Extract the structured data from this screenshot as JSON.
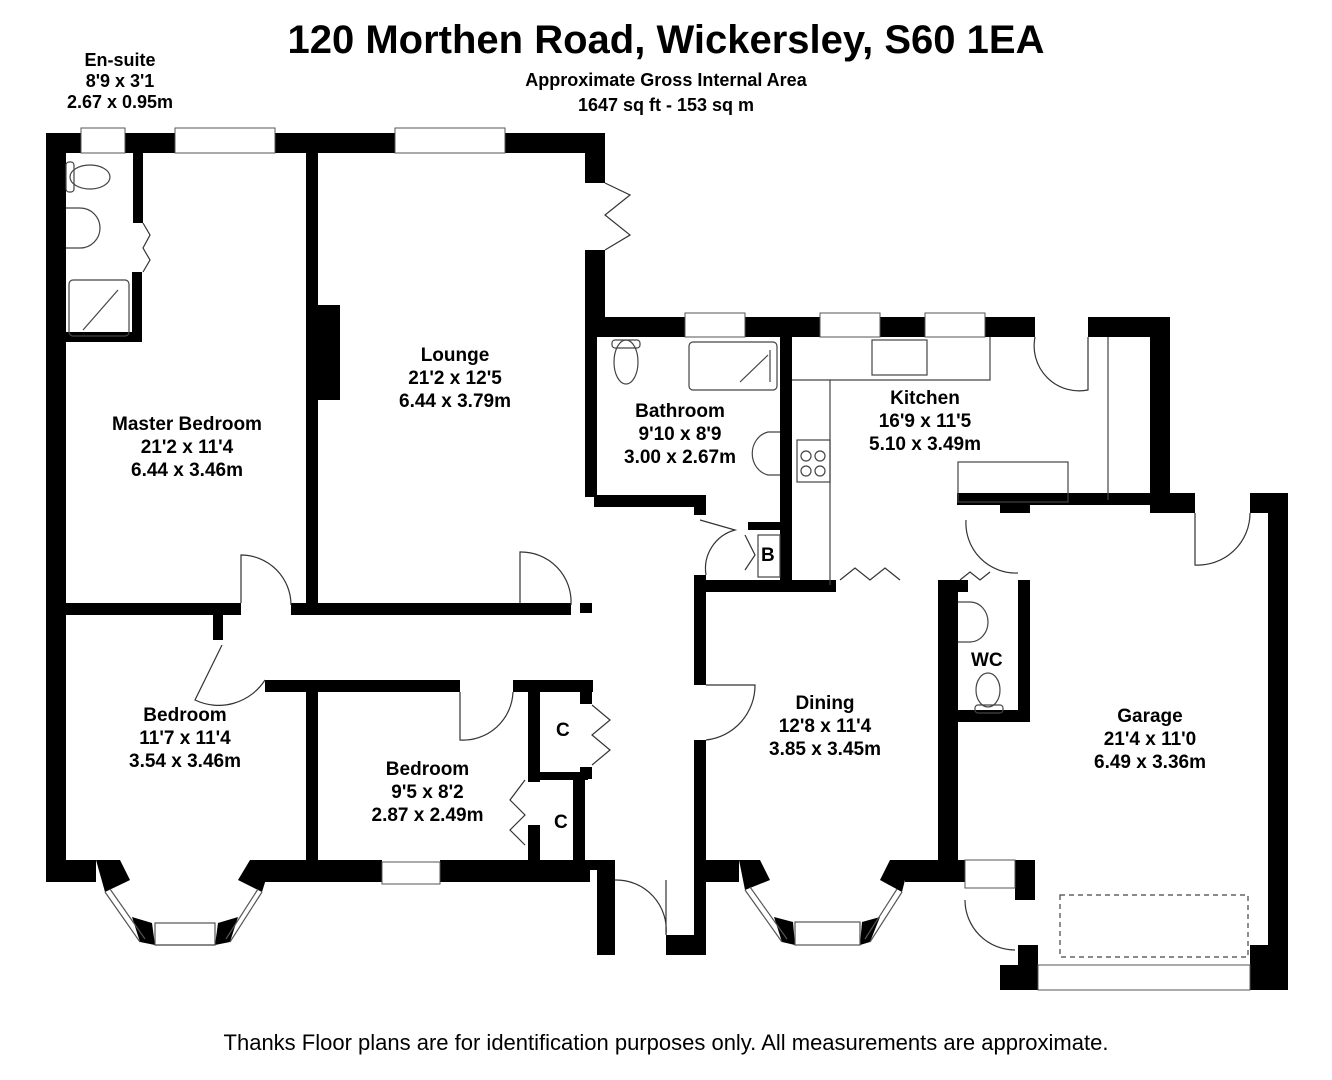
{
  "header": {
    "title": "120 Morthen Road, Wickersley, S60 1EA",
    "area_heading": "Approximate Gross Internal Area",
    "area_value": "1647 sq ft - 153 sq m"
  },
  "rooms": {
    "ensuite": {
      "name": "En-suite",
      "imperial": "8'9 x 3'1",
      "metric": "2.67 x 0.95m"
    },
    "master_bedroom": {
      "name": "Master Bedroom",
      "imperial": "21'2 x 11'4",
      "metric": "6.44 x 3.46m"
    },
    "lounge": {
      "name": "Lounge",
      "imperial": "21'2 x 12'5",
      "metric": "6.44 x 3.79m"
    },
    "bathroom": {
      "name": "Bathroom",
      "imperial": "9'10 x 8'9",
      "metric": "3.00 x 2.67m"
    },
    "kitchen": {
      "name": "Kitchen",
      "imperial": "16'9 x 11'5",
      "metric": "5.10 x 3.49m"
    },
    "bedroom_2": {
      "name": "Bedroom",
      "imperial": "11'7 x 11'4",
      "metric": "3.54 x 3.46m"
    },
    "bedroom_3": {
      "name": "Bedroom",
      "imperial": "9'5 x 8'2",
      "metric": "2.87 x 2.49m"
    },
    "dining": {
      "name": "Dining",
      "imperial": "12'8 x 11'4",
      "metric": "3.85 x 3.45m"
    },
    "garage": {
      "name": "Garage",
      "imperial": "21'4 x 11'0",
      "metric": "6.49 x 3.36m"
    },
    "wc": {
      "name": "WC"
    }
  },
  "markers": {
    "boiler": "B",
    "cupboard_1": "C",
    "cupboard_2": "C"
  },
  "footer": {
    "disclaimer": "Thanks Floor plans are for identification purposes only. All measurements are approximate."
  },
  "colors": {
    "wall": "#000000",
    "background": "#ffffff",
    "fixture_line": "#555555"
  }
}
